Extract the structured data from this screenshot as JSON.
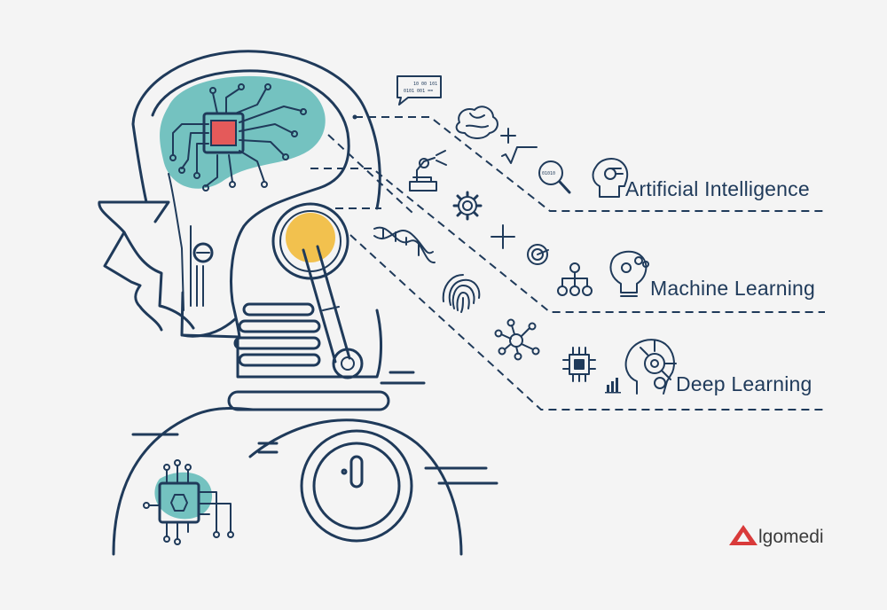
{
  "labels": {
    "ai": "Artificial Intelligence",
    "ml": "Machine Learning",
    "dl": "Deep Learning"
  },
  "speech_bubble": {
    "line1": "10 00 101",
    "line2": "0101 001 =="
  },
  "magnifier_text": "01010",
  "brand": {
    "letter": "A",
    "word": "lgomedi"
  },
  "colors": {
    "line": "#1f3a5a",
    "brain_fill": "#74c2c0",
    "cpu_core": "#e45a5a",
    "joint": "#f2c14e",
    "background": "#f4f4f4",
    "brand_red": "#d93a3a"
  },
  "icons": [
    "speech-bubble-icon",
    "brain-icon",
    "plus-icon",
    "square-root-icon",
    "magnifier-icon",
    "robot-arm-icon",
    "gear-icon",
    "ai-head-icon",
    "dna-icon",
    "plus-icon",
    "target-icon",
    "network-icon",
    "lightbulb-gears-icon",
    "fingerprint-icon",
    "network-hub-icon",
    "chip-icon",
    "bar-chart-icon",
    "brain-head-icon"
  ]
}
